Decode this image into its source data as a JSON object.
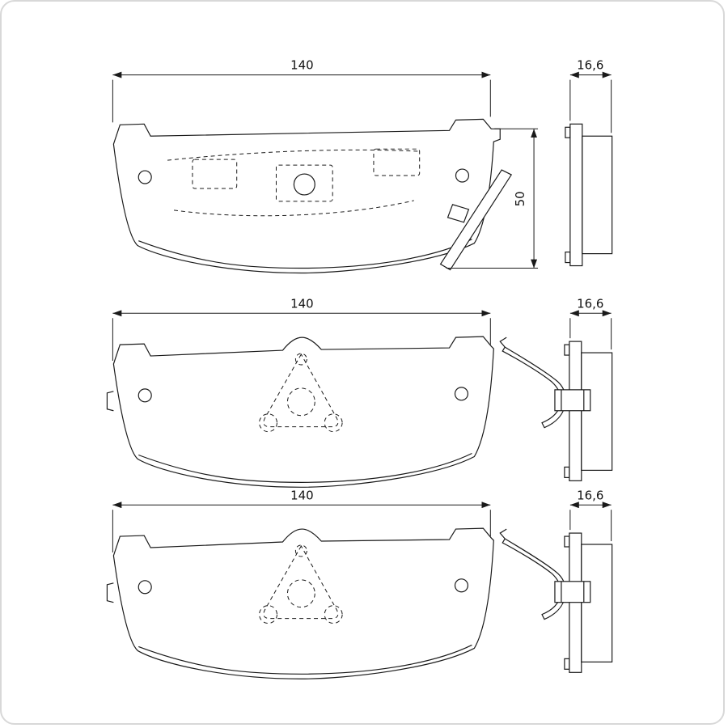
{
  "colors": {
    "background": "#ffffff",
    "line": "#1a1a1a"
  },
  "drawing": {
    "views": [
      {
        "id": "top-view",
        "width_label": "140",
        "thickness_label": "16,6",
        "height_label": "50"
      },
      {
        "id": "middle-view",
        "width_label": "140",
        "thickness_label": "16,6"
      },
      {
        "id": "bottom-view",
        "width_label": "140",
        "thickness_label": "16,6"
      }
    ]
  }
}
